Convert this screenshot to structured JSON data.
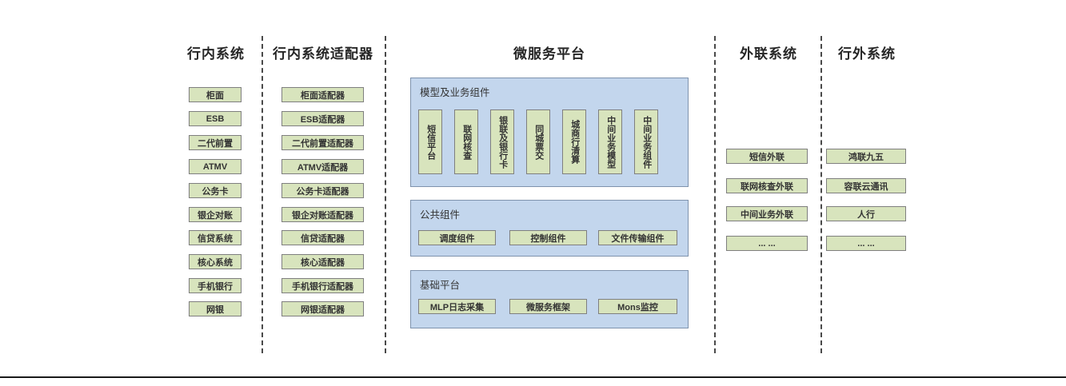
{
  "diagram": {
    "colors": {
      "node_fill": "#d8e4bd",
      "node_border": "#7f7f7f",
      "panel_fill": "#c3d6ed",
      "panel_border": "#7f93ad",
      "text": "#333333"
    },
    "columns": {
      "inbank": {
        "title": "行内系统",
        "items": [
          "柜面",
          "ESB",
          "二代前置",
          "ATMV",
          "公务卡",
          "银企对账",
          "信贷系统",
          "核心系统",
          "手机银行",
          "网银"
        ]
      },
      "adapters": {
        "title": "行内系统适配器",
        "items": [
          "柜面适配器",
          "ESB适配器",
          "二代前置适配器",
          "ATMV适配器",
          "公务卡适配器",
          "银企对账适配器",
          "信贷适配器",
          "核心适配器",
          "手机银行适配器",
          "网银适配器"
        ]
      },
      "platform": {
        "title": "微服务平台",
        "groups": {
          "model": {
            "title": "模型及业务组件",
            "items": [
              "短信平台",
              "联网核查",
              "银联及银行卡",
              "同城票交",
              "城商行清算",
              "中间业务模型",
              "中间业务组件"
            ]
          },
          "common": {
            "title": "公共组件",
            "items": [
              "调度组件",
              "控制组件",
              "文件传输组件"
            ]
          },
          "base": {
            "title": "基础平台",
            "items": [
              "MLP日志采集",
              "微服务框架",
              "Mons监控"
            ]
          }
        }
      },
      "outreach": {
        "title": "外联系统",
        "items": [
          "短信外联",
          "联网核查外联",
          "中间业务外联",
          "... ..."
        ]
      },
      "external": {
        "title": "行外系统",
        "items": [
          "鸿联九五",
          "容联云通讯",
          "人行",
          "... ..."
        ]
      }
    }
  }
}
